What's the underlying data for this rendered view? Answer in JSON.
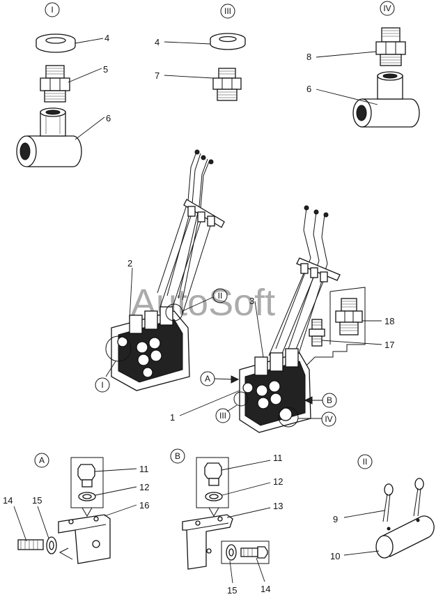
{
  "watermark": "AutoSoft",
  "section_labels": {
    "I_top": "I",
    "III_top": "III",
    "IV_top": "IV",
    "II_top_right": "II",
    "A_detail": "A",
    "B_detail": "B",
    "I_callout": "I",
    "II_callout": "II",
    "III_callout": "III",
    "IV_callout": "IV",
    "A_arrow": "A",
    "B_arrow": "B"
  },
  "callouts": {
    "c4a": "4",
    "c5": "5",
    "c6a": "6",
    "c4b": "4",
    "c7": "7",
    "c8": "8",
    "c6b": "6",
    "c2": "2",
    "c3": "3",
    "c1": "1",
    "c18": "18",
    "c17": "17",
    "c11a": "11",
    "c12a": "12",
    "c16": "16",
    "c14a": "14",
    "c15a": "15",
    "c11b": "11",
    "c12b": "12",
    "c13": "13",
    "c15b": "15",
    "c14b": "14",
    "c9": "9",
    "c10": "10"
  }
}
